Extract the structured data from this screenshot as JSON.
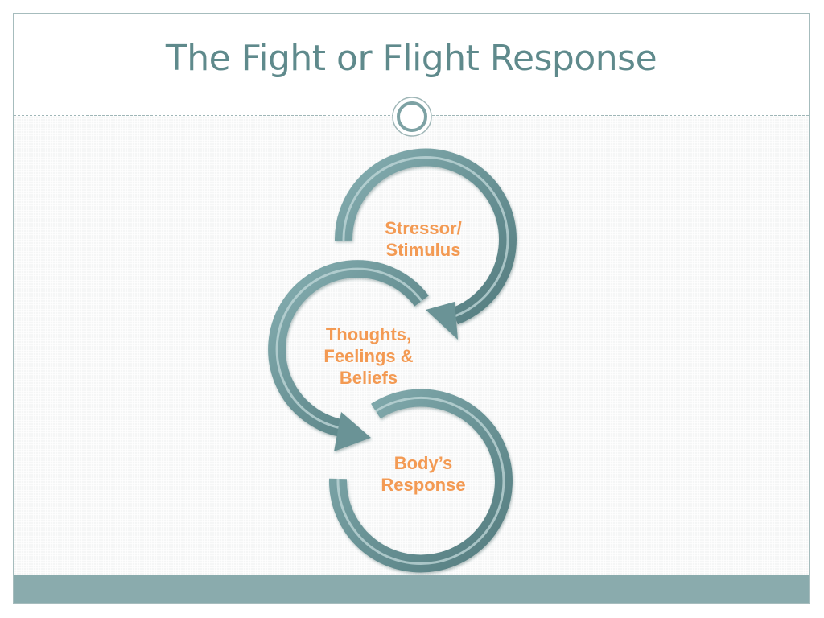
{
  "slide": {
    "title": "The Fight or Flight Response"
  },
  "diagram": {
    "nodes": [
      {
        "line1": "Stressor/",
        "line2": "Stimulus",
        "line3": ""
      },
      {
        "line1": "Thoughts,",
        "line2": "Feelings &",
        "line3": "Beliefs"
      },
      {
        "line1": "Body’s",
        "line2": "Response",
        "line3": ""
      }
    ]
  },
  "colors": {
    "title": "#5f8a8c",
    "arrow": "#6a9396",
    "arrow_highlight": "#a9c7c9",
    "label": "#f39a53",
    "footer": "#8aabad"
  }
}
